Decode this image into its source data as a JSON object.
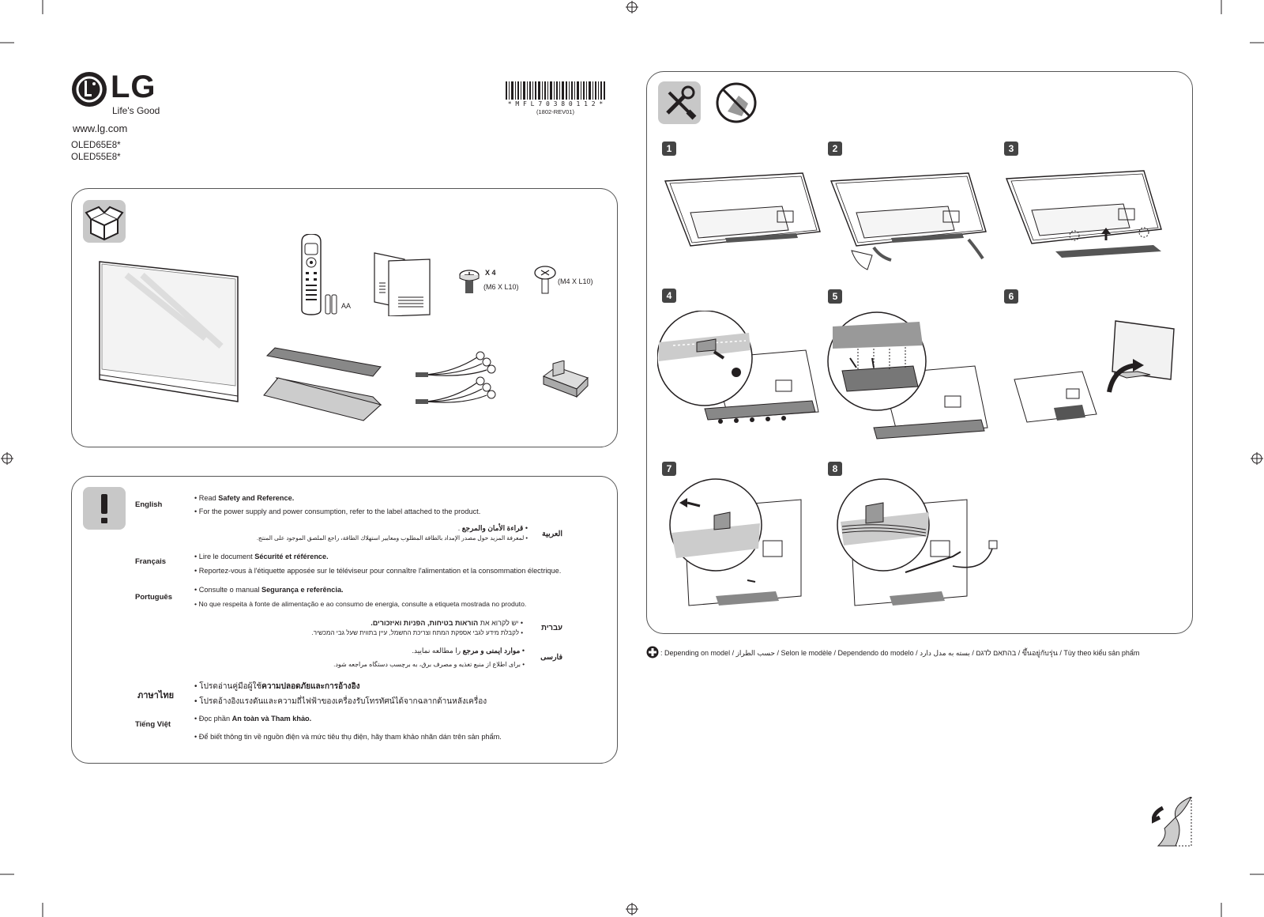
{
  "brand": {
    "logo_text": "LG",
    "tagline": "Life's Good",
    "website": "www.lg.com",
    "models": [
      "OLED65E8*",
      "OLED55E8*"
    ]
  },
  "barcode": {
    "text": "* M F L 7 0 3 8 0 1 1 2 *",
    "revision": "(1802-REV01)"
  },
  "accessories": {
    "batteries_label": "AA",
    "screw_quantity": "X 4",
    "screw_a_spec": "(M6 X L10)",
    "screw_b_spec": "(M4 X L10)"
  },
  "notes": [
    {
      "lang": "English",
      "lines": [
        {
          "pre": "• Read ",
          "bold": "Safety and Reference.",
          "post": ""
        },
        {
          "pre": "• For the power supply and power consumption, refer to the label attached to the product.",
          "bold": "",
          "post": ""
        }
      ]
    },
    {
      "lang": "العربية",
      "rtl": true,
      "lines": [
        {
          "pre": "• ",
          "bold": "قراءة الأمان والمرجع",
          "post": " ."
        },
        {
          "pre": "• لمعرفة المزيد حول مصدر الإمداد بالطاقة المطلوب ومعايير استهلاك الطاقة، راجع الملصق الموجود على المنتج.",
          "bold": "",
          "post": ""
        }
      ]
    },
    {
      "lang": "Français",
      "lines": [
        {
          "pre": "• Lire le document ",
          "bold": "Sécurité et référence.",
          "post": ""
        },
        {
          "pre": "• Reportez-vous à l'étiquette apposée sur le téléviseur pour connaître l'alimentation et la consommation électrique.",
          "bold": "",
          "post": ""
        }
      ]
    },
    {
      "lang": "Português",
      "lines": [
        {
          "pre": "• Consulte o manual ",
          "bold": "Segurança e referência.",
          "post": ""
        },
        {
          "pre": "• No que respeita à fonte de alimentação e ao consumo de energia, consulte a etiqueta mostrada no produto.",
          "bold": "",
          "post": ""
        }
      ]
    },
    {
      "lang": "עברית",
      "rtl": true,
      "lines": [
        {
          "pre": "• יש לקרוא את ",
          "bold": "הוראות בטיחות, הפניות ואיזכורים.",
          "post": ""
        },
        {
          "pre": "• לקבלת מידע לגבי אספקת המתח וצריכת החשמל, עיין בתווית שעל גבי המכשיר.",
          "bold": "",
          "post": ""
        }
      ]
    },
    {
      "lang": "فارسی",
      "rtl": true,
      "lines": [
        {
          "pre": "• ",
          "bold": "موارد ایمنی و مرجع",
          "post": " را مطالعه نمایید."
        },
        {
          "pre": "• برای اطلاع از منبع تغذیه و مصرف برق، به برچسب دستگاه مراجعه شود.",
          "bold": "",
          "post": ""
        }
      ]
    },
    {
      "lang": "ภาษาไทย",
      "lines": [
        {
          "pre": "• โปรดอ่านคู่มือผู้ใช้",
          "bold": "ความปลอดภัยและการอ้างอิง",
          "post": ""
        },
        {
          "pre": "• โปรดอ้างอิงแรงดันและความถี่ไฟฟ้าของเครื่องรับโทรทัศน์ได้จากฉลากด้านหลังเครื่อง",
          "bold": "",
          "post": ""
        }
      ]
    },
    {
      "lang": "Tiếng Việt",
      "lines": [
        {
          "pre": "• Đọc phần ",
          "bold": "An toàn và Tham khảo.",
          "post": ""
        },
        {
          "pre": "• Để biết thông tin về nguồn điện và mức tiêu thụ điện, hãy tham khảo nhãn dán trên sản phẩm.",
          "bold": "",
          "post": ""
        }
      ]
    }
  ],
  "steps": [
    "1",
    "2",
    "3",
    "4",
    "5",
    "6",
    "7",
    "8"
  ],
  "footnote": ": Depending on model / حسب الطراز / Selon le modèle / Dependendo do modelo / בהתאם לדגם / بسته به مدل دارد / ขึ้นอยู่กับรุ่น / Tùy theo kiểu sản phẩm",
  "colors": {
    "ink": "#231f20",
    "icon_bg": "#c8c8c8",
    "step_bg": "#444444"
  }
}
